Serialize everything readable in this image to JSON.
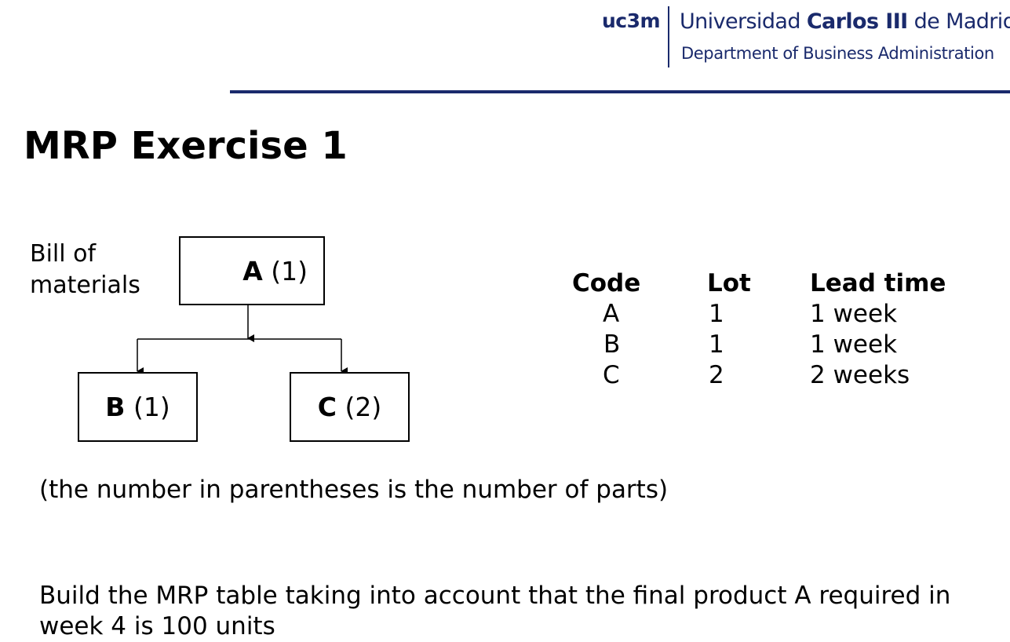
{
  "header": {
    "logo_mark": "uc3m",
    "university_prefix": "Universidad ",
    "university_bold": "Carlos III",
    "university_suffix": " de Madrid",
    "department": "Department of Business Administration",
    "brand_color": "#1a2a6c"
  },
  "slide": {
    "title": "MRP Exercise 1"
  },
  "bom": {
    "label_line1": "Bill of",
    "label_line2": "materials",
    "nodes": [
      {
        "code": "A",
        "qty": "(1)"
      },
      {
        "code": "B",
        "qty": "(1)"
      },
      {
        "code": "C",
        "qty": "(2)"
      }
    ]
  },
  "table": {
    "headers": [
      "Code",
      "Lot",
      "Lead time"
    ],
    "rows": [
      [
        "A",
        "1",
        "1 week"
      ],
      [
        "B",
        "1",
        "1 week"
      ],
      [
        "C",
        "2",
        "2 weeks"
      ]
    ]
  },
  "note": "(the number in parentheses is the number of parts)",
  "task": "Build the MRP table taking into account that the final product A required in week 4 is 100 units"
}
